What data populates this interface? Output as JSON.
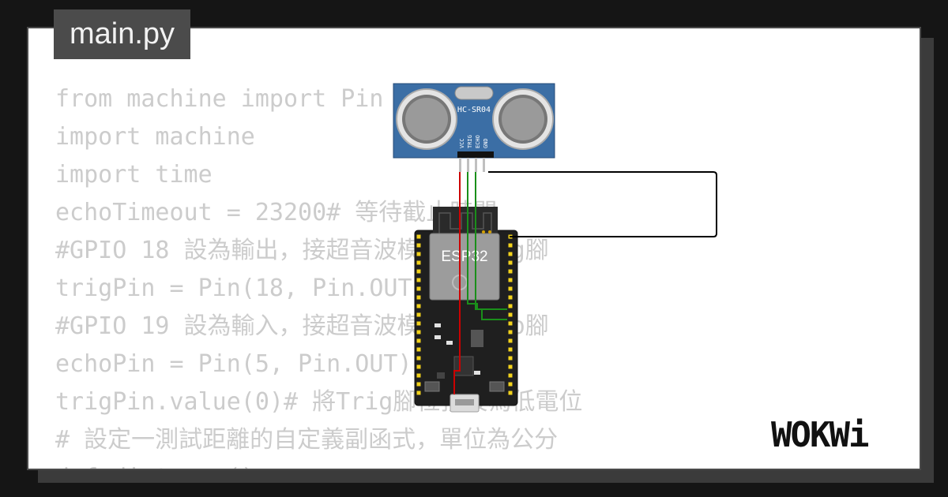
{
  "file_tab": {
    "label": "main.py"
  },
  "code_lines": [
    "from machine import Pin",
    "import machine",
    "import time",
    "echoTimeout = 23200# 等待截止時間",
    "#GPIO 18 設為輸出，接超音波模組的Trig腳",
    "trigPin = Pin(18, Pin.OUT)",
    "#GPIO 19 設為輸入，接超音波模組的Echo腳",
    "echoPin = Pin(5, Pin.OUT)",
    "trigPin.value(0)# 將Trig腳位預設為低電位",
    "# 設定一測試距離的自定義副函式，單位為公分",
    "def distance():"
  ],
  "sensor": {
    "label": "HC-SR04",
    "pins": [
      "VCC",
      "TRIG",
      "ECHO",
      "GND"
    ]
  },
  "board": {
    "label": "ESP32"
  },
  "logo": {
    "text": "WOKWi"
  },
  "colors": {
    "background": "#151515",
    "card": "#ffffff",
    "code_text": "#cccccc",
    "sensor_pcb": "#3b6ea5",
    "board": "#1f1f1f",
    "wire_red": "#cc0000",
    "wire_green": "#1a8f1a",
    "wire_black": "#000000"
  }
}
